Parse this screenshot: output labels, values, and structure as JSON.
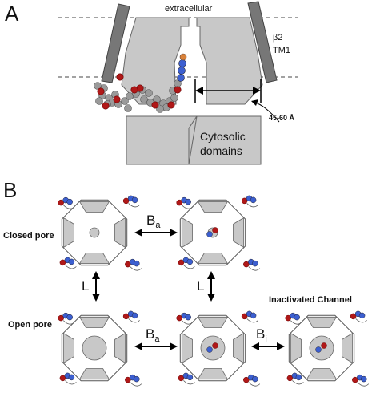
{
  "panel_a": {
    "letter": "A",
    "extracellular": "extracellular",
    "beta": "β2",
    "tm": "TM1",
    "distance": "45-60 Å",
    "cytosolic_1": "Cytosolic",
    "cytosolic_2": "domains"
  },
  "panel_b": {
    "letter": "B",
    "closed_pore": "Closed pore",
    "open_pore": "Open pore",
    "inactivated": "Inactivated Channel",
    "ba_top": "B",
    "ba_top_sub": "a",
    "ba_bottom": "B",
    "ba_bottom_sub": "a",
    "bi": "B",
    "bi_sub": "i",
    "l_left": "L",
    "l_right": "L"
  },
  "colors": {
    "gray_fill": "#c8c8c8",
    "dark_gray": "#7a7a7a",
    "bead_gray": "#9a9a9a",
    "red": "#b01818",
    "blue": "#3c5fd0",
    "orange": "#d9823a"
  }
}
